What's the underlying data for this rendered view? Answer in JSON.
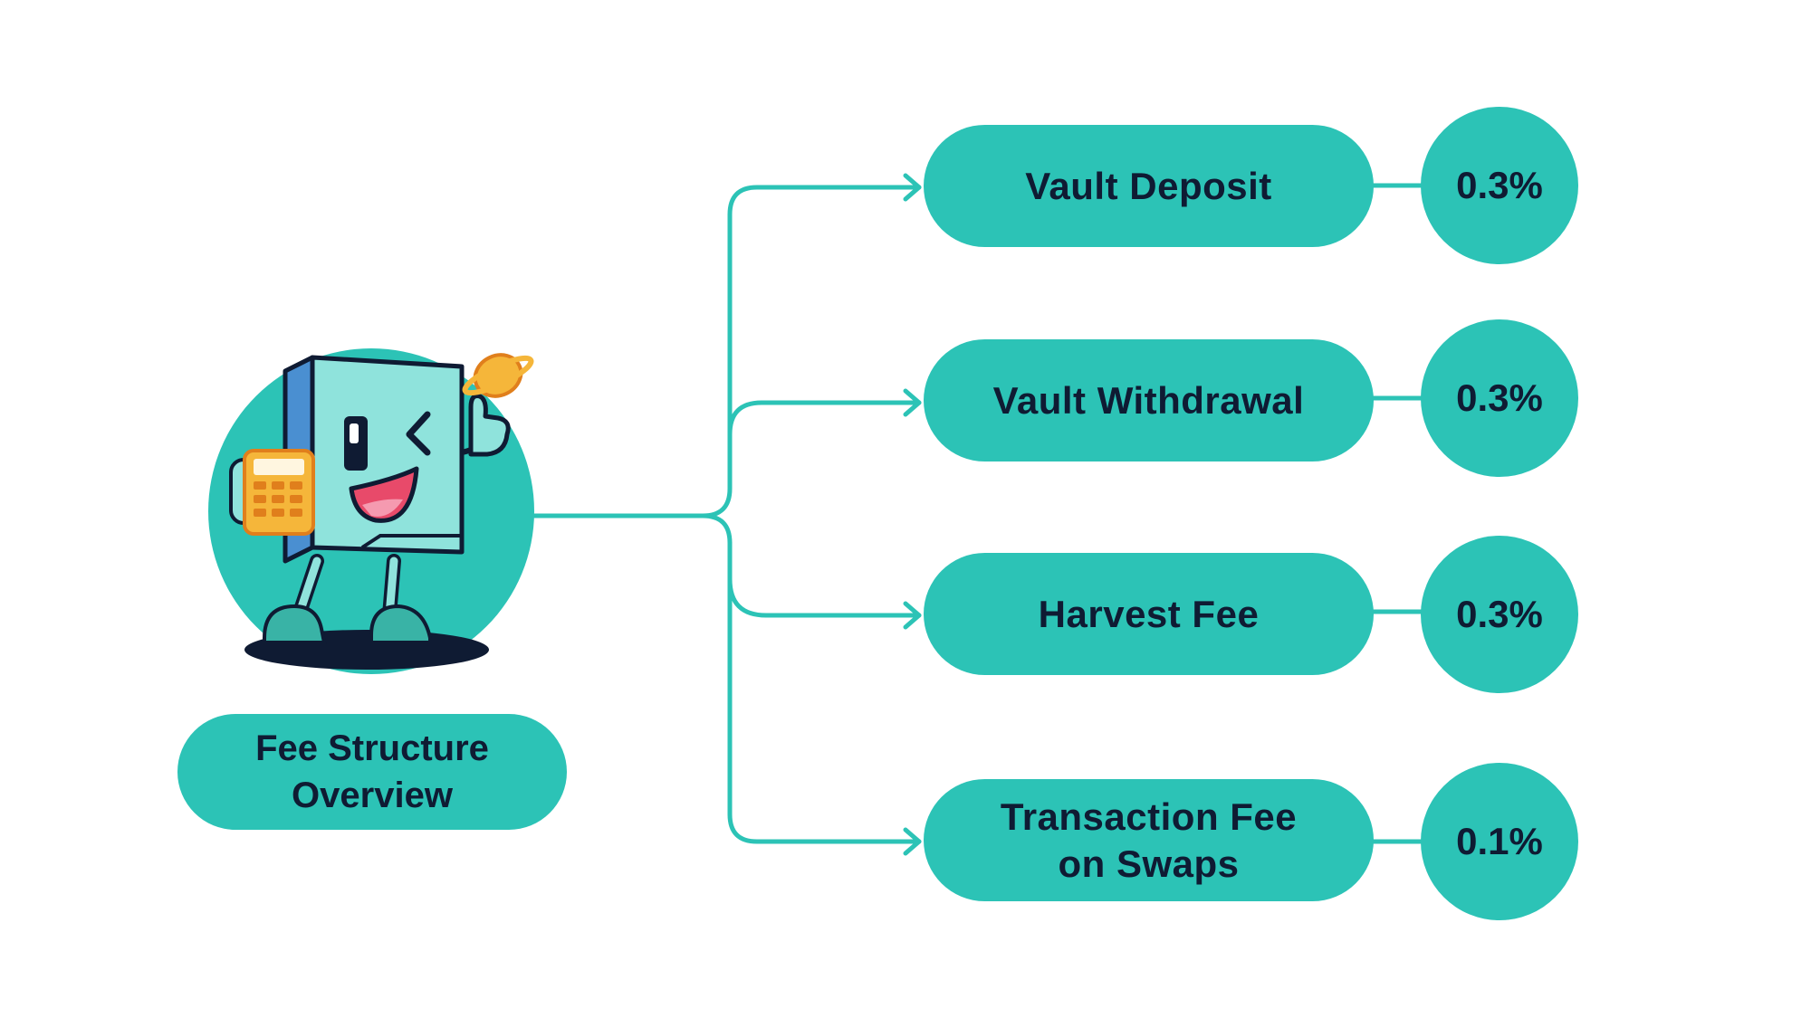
{
  "title": "Fee Structure Overview",
  "fees": [
    {
      "label": "Vault Deposit",
      "value": "0.3%"
    },
    {
      "label": "Vault Withdrawal",
      "value": "0.3%"
    },
    {
      "label": "Harvest Fee",
      "value": "0.3%"
    },
    {
      "label": "Transaction Fee on Swaps",
      "value": "0.1%"
    }
  ],
  "colors": {
    "accent": "#2cc3b6",
    "text": "#0f1b33",
    "mascot_body": "#8fe3dc",
    "calculator": "#f5b63a",
    "background": "#ffffff"
  },
  "icons": {
    "mascot": "wallet-mascot-with-calculator",
    "coin": "coin-icon",
    "arrow": "arrow-right-icon"
  }
}
